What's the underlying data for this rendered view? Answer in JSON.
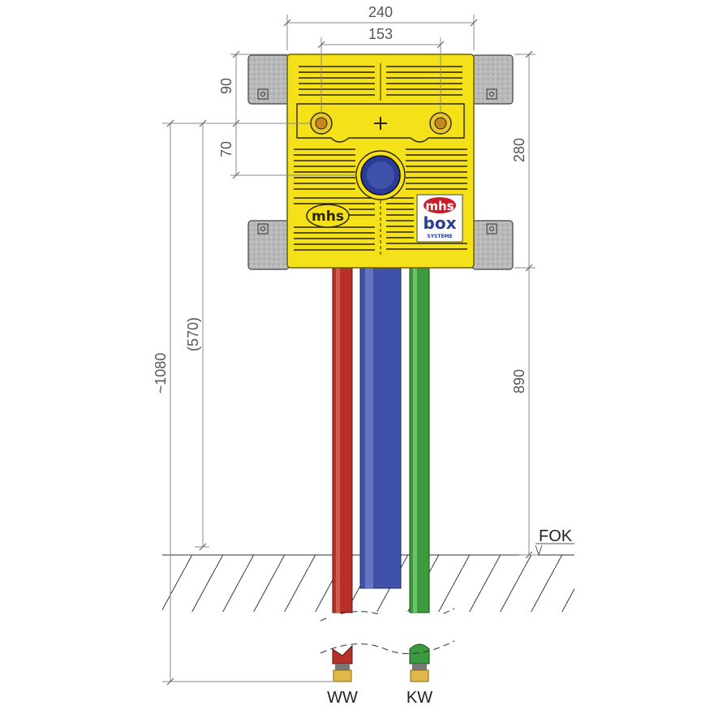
{
  "colors": {
    "box_yellow": "#f4e11a",
    "pipe_red": "#b8302a",
    "pipe_blue": "#3f51a8",
    "pipe_green": "#3d9a3e",
    "dim_line": "#8a8a8a",
    "concrete": "#b8b8b8",
    "fitting_gold": "#e0b84a"
  },
  "dimensions": {
    "top_width": "240",
    "inner_width": "153",
    "left_upper": "90",
    "left_lower": "70",
    "right_upper": "280",
    "right_lower": "890",
    "left_total": "~1080",
    "left_middle": "(570)"
  },
  "labels": {
    "floor_level": "FOK",
    "warm_water": "WW",
    "cold_water": "KW"
  },
  "logos": {
    "left_logo": "mhs",
    "right_logo_top": "mhs",
    "right_logo_main": "box",
    "right_logo_sub": "SYSTEME"
  },
  "icons": {
    "mounting_brackets": "concrete-anchor-icon",
    "center_mark": "crosshair-icon",
    "outlets": "pipe-outlet-icon"
  }
}
